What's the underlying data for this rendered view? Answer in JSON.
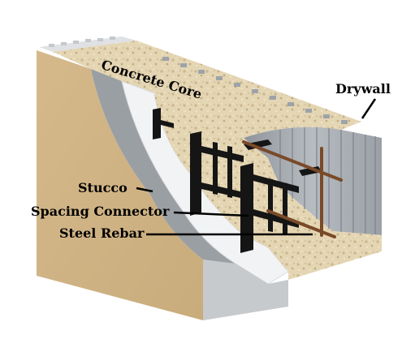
{
  "labels": {
    "concrete_core": "Concrete Core",
    "drywall": "Drywall",
    "stucco": "Stucco",
    "spacing_connector": "Spacing Connector",
    "steel_rebar": "Steel Rebar"
  },
  "colors": {
    "stucco": "#d8bf94",
    "foam": "#f3f4f6",
    "concrete": "#e2d2b0",
    "drywall_panel": "#a9aeb4",
    "connector": "#151515",
    "rebar": "#7a4a28"
  }
}
